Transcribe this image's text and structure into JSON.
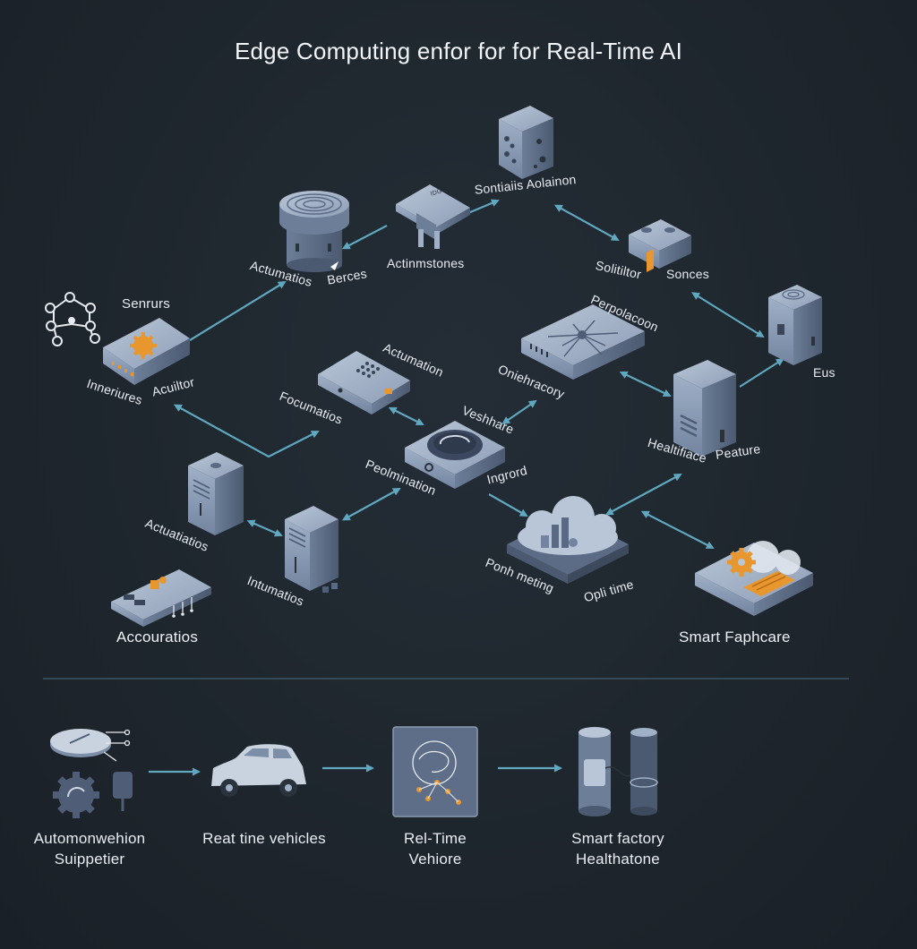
{
  "title": "Edge Computing enfor for for Real-Time AI",
  "nodes": {
    "sensors": "Senrurs",
    "interfaces": "Inneriures",
    "acuiltor": "Acuiltor",
    "actumations_top": "Actumatios",
    "berces": "Berces",
    "actinmstones": "Actinmstones",
    "sontialis": "Sontiaiis Aolainon",
    "solitiltor": "Solitiltor",
    "sonces": "Sonces",
    "perpolacoon": "Perpolacoon",
    "eus": "Eus",
    "actumation_mid": "Actumation",
    "focumations": "Focumatios",
    "oniehracory": "Oniehracory",
    "veshhare": "Veshhare",
    "healtifiace": "Healtifiace",
    "peature": "Peature",
    "peolmination": "Peolmination",
    "ingrord": "Ingrord",
    "actuatiatios": "Actuatiatios",
    "intumations": "Intumatios",
    "ponh_meting": "Ponh meting",
    "opli_time": "Opli time",
    "accouratios": "Accouratios",
    "smart_faphcare": "Smart Faphcare",
    "chip_label": "IDG"
  },
  "bottom": [
    {
      "line1": "Automonwehion",
      "line2": "Suippetier"
    },
    {
      "line1": "Reat tine vehicles",
      "line2": ""
    },
    {
      "line1": "Rel-Time",
      "line2": "Vehiore"
    },
    {
      "line1": "Smart factory",
      "line2": "Healthatone"
    }
  ],
  "colors": {
    "background": "#1e252d",
    "device_light": "#aab8cc",
    "device_mid": "#7d8ea8",
    "device_dark": "#4f5e76",
    "arrow": "#5fa8bf",
    "accent_orange": "#e8962e",
    "divider": "#3c5566"
  }
}
